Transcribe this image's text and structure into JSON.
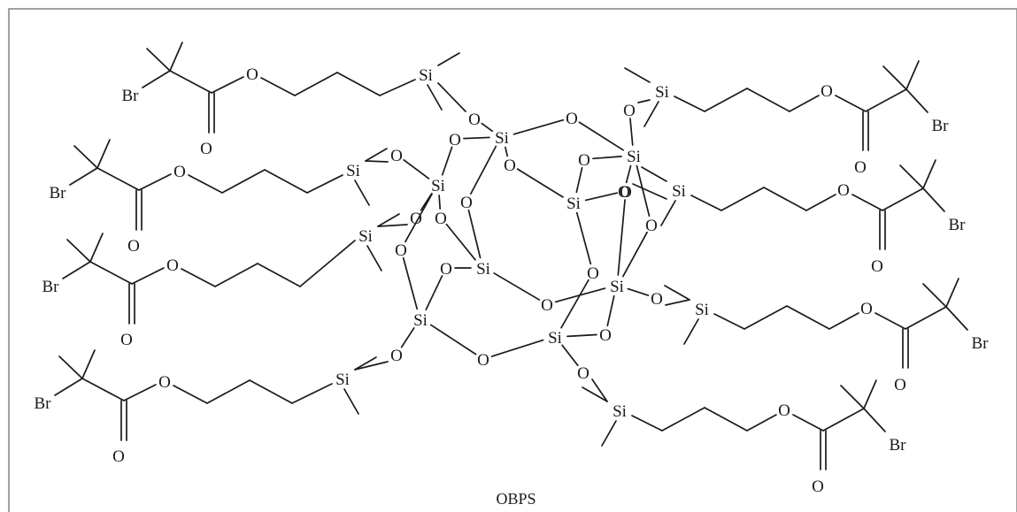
{
  "compound": {
    "caption": "OBPS"
  },
  "labels": {
    "bromine": "Br",
    "oxygen": "O",
    "silicon": "Si"
  },
  "colors": {
    "ink": "#1a1a1a",
    "frame": "#8a8a8a",
    "background": "#ffffff"
  }
}
